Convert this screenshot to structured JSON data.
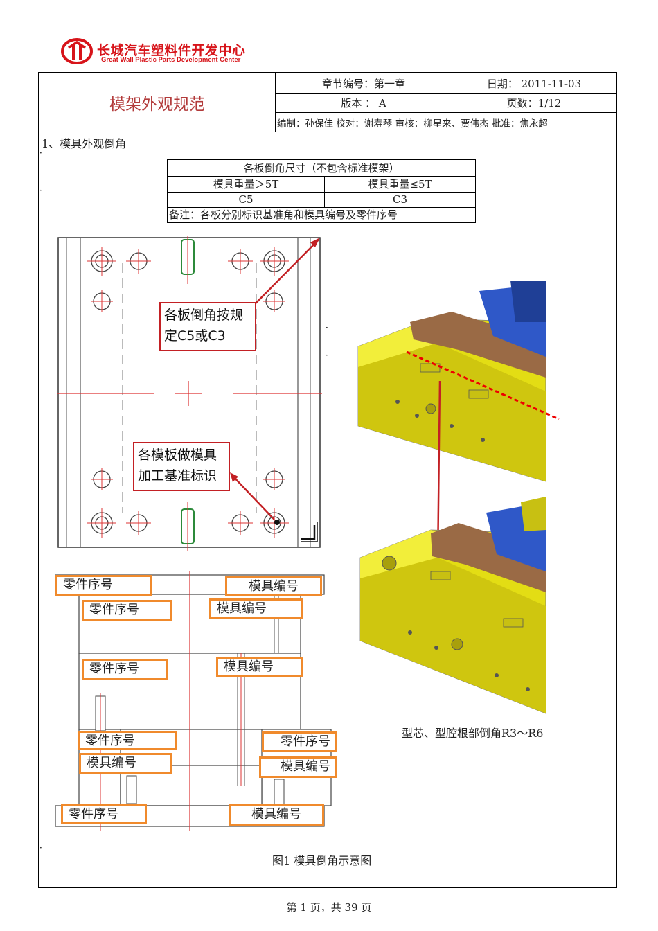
{
  "logo": {
    "name_cn": "长城汽车塑料件开发中心",
    "name_en": "Great Wall Plastic Parts Development Center",
    "icon": "great-wall-logo-icon"
  },
  "header": {
    "title": "模架外观规范",
    "chapter": "章节编号：第一章",
    "date": "日期：  2011-11-03",
    "version": "版本 ： A",
    "page": "页数：1/12",
    "approvals": "编制：孙保佳   校对：谢寿琴   审核：柳星来、贾伟杰   批准：焦永超"
  },
  "section": {
    "title": "1、模具外观倒角"
  },
  "chamfer_table": {
    "caption": "各板倒角尺寸（不包含标准模架）",
    "col_heavy": "模具重量＞5T",
    "col_light": "模具重量≤5T",
    "val_heavy": "C5",
    "val_light": "C3",
    "note": "备注：各板分别标识基准角和模具编号及零件序号"
  },
  "plate_drawing": {
    "callout_chamfer": [
      "各板倒角按规",
      "定C5或C3"
    ],
    "callout_datum": [
      "各模板做模具",
      "加工基准标识"
    ]
  },
  "section_drawing": {
    "part_no": "零件序号",
    "mold_no": "模具编号"
  },
  "captions": {
    "root_fillet": "型芯、型腔根部倒角R3～R6",
    "figure": "图1 模具倒角示意图",
    "footer": "第 1 页，共 39 页"
  },
  "colors": {
    "brand_red": "#d7141a",
    "callout_red": "#c32024",
    "label_orange": "#f08a2c",
    "mold_yellow": "#e8e21a",
    "insert_blue": "#2f58c8",
    "insert_brown": "#9a6a45"
  }
}
